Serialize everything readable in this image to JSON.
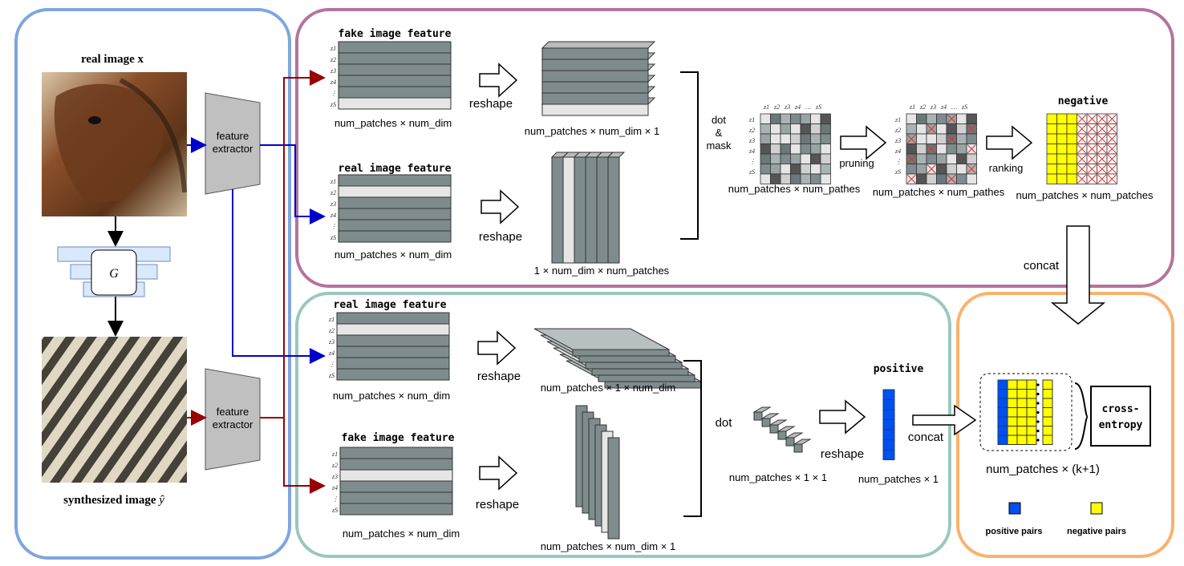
{
  "left_panel": {
    "real_image_label": "real image x",
    "generator_label": "G",
    "synth_image_label": "synthesized image",
    "synth_image_symbol": "ŷ",
    "extractor_top": [
      "feature",
      "extractor"
    ],
    "extractor_bottom": [
      "feature",
      "extractor"
    ]
  },
  "negative_panel": {
    "fake_feature_title": "fake image feature",
    "real_feature_title": "real image feature",
    "fake_feature_dims": "num_patches × num_dim",
    "real_feature_dims": "num_patches × num_dim",
    "reshape_top": "reshape",
    "reshape_bottom": "reshape",
    "fake_reshaped_dims": "num_patches × num_dim × 1",
    "real_reshaped_dims": "1  × num_dim × num_patches",
    "dot_mask": [
      "dot",
      "&",
      "mask"
    ],
    "matrix1_dims": "num_patches × num_pathes",
    "pruning": "pruning",
    "matrix2_dims": "num_patches × num_pathes",
    "ranking": "ranking",
    "negative_title": "negative",
    "negative_dims": "num_patches × num_patches",
    "concat": "concat"
  },
  "positive_panel": {
    "real_feature_title": "real image feature",
    "fake_feature_title": "fake image feature",
    "real_feature_dims": "num_patches × num_dim",
    "fake_feature_dims": "num_patches × num_dim",
    "reshape_top": "reshape",
    "reshape_bottom": "reshape",
    "real_reshaped_dims": "num_patches  × 1 × num_dim",
    "fake_reshaped_dims": "num_patches × num_dim × 1",
    "dot": "dot",
    "dot_result_dims": "num_patches × 1 × 1",
    "reshape_result": "reshape",
    "positive_title": "positive",
    "positive_dims": "num_patches  × 1",
    "concat": "concat"
  },
  "loss_panel": {
    "cross_entropy": [
      "cross-",
      "entropy"
    ],
    "output_dims": "num_patches × (k+1)",
    "legend_positive": "positive pairs",
    "legend_negative": "negative pairs"
  },
  "colors": {
    "left_border": "#7ea6e0",
    "negative_border": "#b5739d",
    "positive_border": "#9ac7bf",
    "loss_border": "#f9b26c",
    "positive_fill": "#0050ef",
    "negative_fill": "#ffff00",
    "arrow_blue": "#0000cc",
    "arrow_red": "#990000",
    "feature_dark": "#7f8c8d",
    "feature_light": "#e6e6e6",
    "gen_fill": "#dae8fc"
  }
}
